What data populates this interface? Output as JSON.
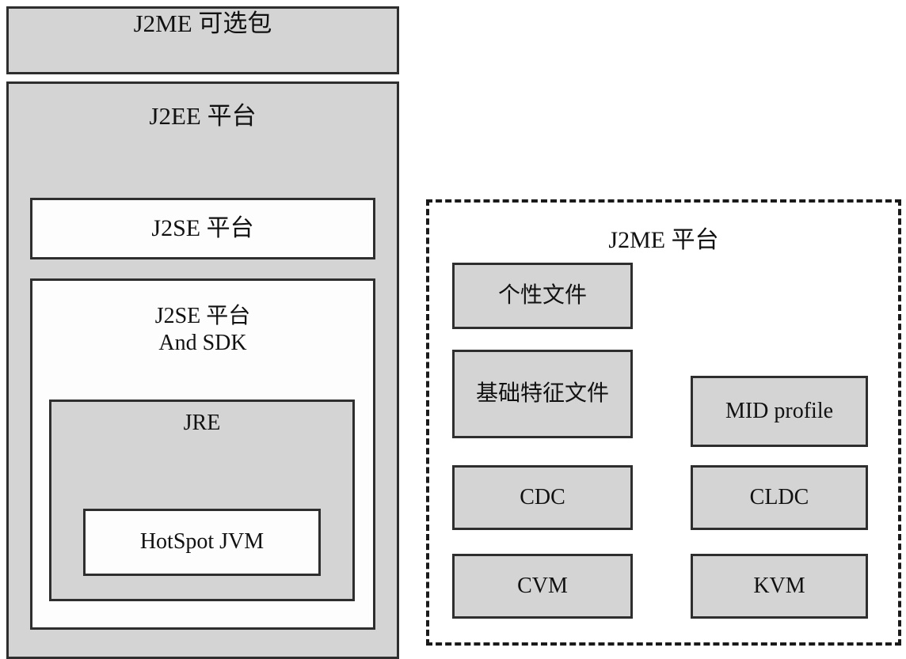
{
  "diagram": {
    "title_implicit": "Java Platform Editions Architecture",
    "colors": {
      "box_fill_gray": "#d4d4d4",
      "box_fill_white": "#fdfdfd",
      "border": "#2e2e2e",
      "dashed_border": "#1a1a1a",
      "background": "#ffffff",
      "text": "#111111"
    }
  },
  "left_stack": {
    "j2me_optional": "J2ME 可选包",
    "j2ee_platform": "J2EE 平台",
    "j2se_platform": "J2SE 平台",
    "j2se_sdk_line1": "J2SE 平台",
    "j2se_sdk_line2": "And SDK",
    "jre": "JRE",
    "hotspot_jvm": "HotSpot JVM"
  },
  "right_panel": {
    "title": "J2ME 平台",
    "left_column": [
      {
        "label": "个性文件"
      },
      {
        "label": "基础特征文件"
      },
      {
        "label": "CDC"
      },
      {
        "label": "CVM"
      }
    ],
    "right_column": [
      {
        "label": "MID profile"
      },
      {
        "label": "CLDC"
      },
      {
        "label": "KVM"
      }
    ]
  }
}
